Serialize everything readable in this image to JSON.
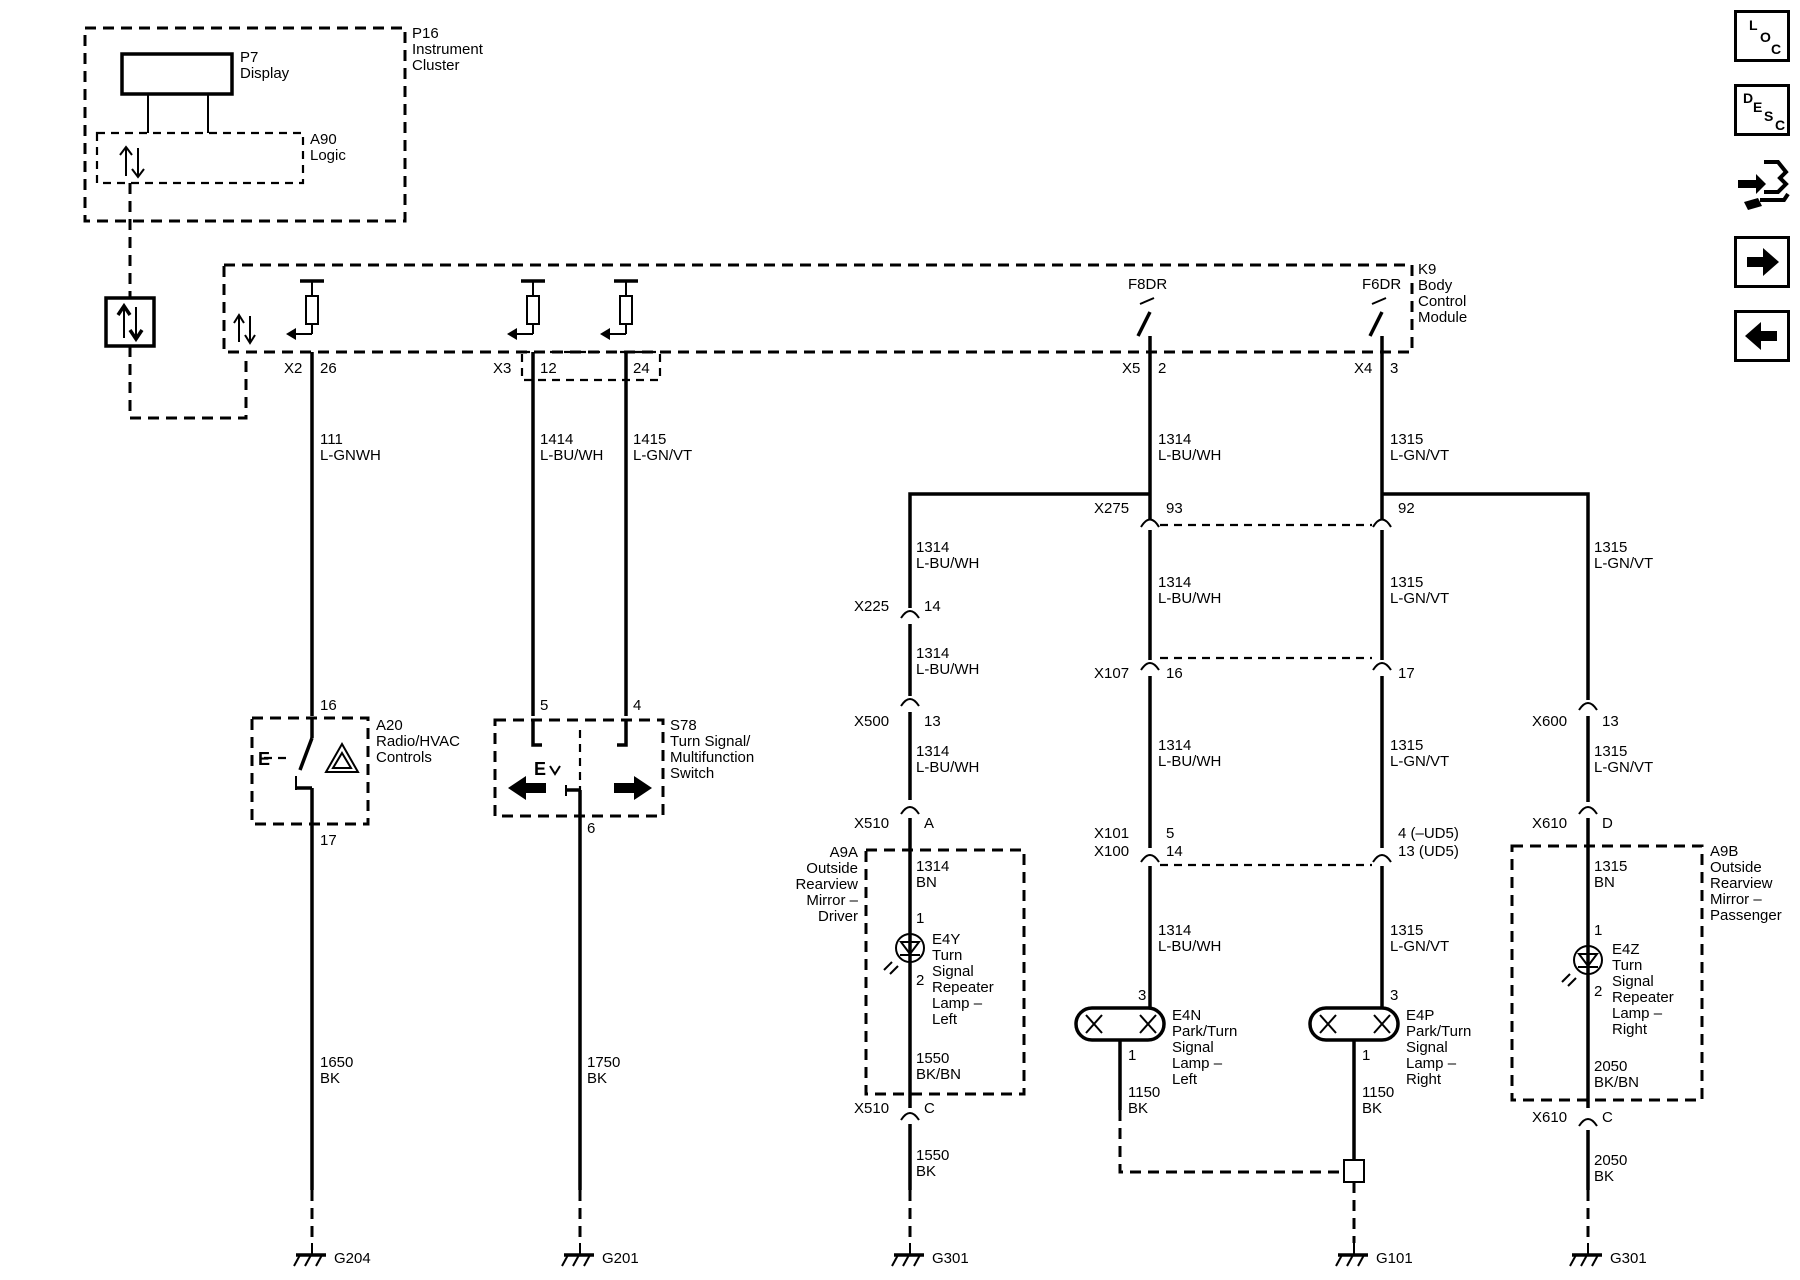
{
  "nav": {
    "loc": [
      "L",
      "O",
      "C"
    ],
    "desc": [
      "D",
      "E",
      "S",
      "C"
    ],
    "connector_icon": "connector-icon",
    "next_icon": "arrow-right-icon",
    "prev_icon": "arrow-left-icon"
  },
  "p16": {
    "id": "P16",
    "l1": "Instrument",
    "l2": "Cluster"
  },
  "p7": {
    "id": "P7",
    "l1": "Display"
  },
  "a90": {
    "id": "A90",
    "l1": "Logic"
  },
  "k9": {
    "id": "K9",
    "l1": "Body",
    "l2": "Control",
    "l3": "Module"
  },
  "pins": {
    "x2": "X2",
    "x2_pin": "26",
    "x3": "X3",
    "x3_pin1": "12",
    "x3_pin2": "24",
    "x5": "X5",
    "x5_pin": "2",
    "x5_driver": "F8DR",
    "x4": "X4",
    "x4_pin": "3",
    "x4_driver": "F6DR"
  },
  "wires": {
    "w111": [
      "111",
      "L-GNWH"
    ],
    "w1414": [
      "1414",
      "L-BU/WH"
    ],
    "w1415": [
      "1415",
      "L-GN/VT"
    ],
    "w1314": [
      "1314",
      "L-BU/WH"
    ],
    "w1315": [
      "1315",
      "L-GN/VT"
    ],
    "w1314_bn": [
      "1314",
      "BN"
    ],
    "w1315_bn": [
      "1315",
      "BN"
    ],
    "w1650": [
      "1650",
      "BK"
    ],
    "w1750": [
      "1750",
      "BK"
    ],
    "w1550": [
      "1550",
      "BK/BN"
    ],
    "w1550b": [
      "1550",
      "BK"
    ],
    "w1150": [
      "1150",
      "BK"
    ],
    "w2050": [
      "2050",
      "BK/BN"
    ],
    "w2050b": [
      "2050",
      "BK"
    ]
  },
  "connectors": {
    "x275": "X275",
    "x275_a": "93",
    "x275_b": "92",
    "x225": "X225",
    "x225_pin": "14",
    "x107": "X107",
    "x107_a": "16",
    "x107_b": "17",
    "x500": "X500",
    "x500_pin": "13",
    "x600": "X600",
    "x600_pin": "13",
    "x510": "X510",
    "x510_pin": "A",
    "x610": "X610",
    "x610_pin": "D",
    "x101": "X101",
    "x100": "X100",
    "x101_a": "5",
    "x100_a": "14",
    "x101_b": "4 (–UD5)",
    "x100_b": "13 (UD5)",
    "x510c": "X510",
    "x510c_pin": "C",
    "x610c": "X610",
    "x610c_pin": "C"
  },
  "a20": {
    "id": "A20",
    "l1": "Radio/HVAC",
    "l2": "Controls",
    "pin_top": "16",
    "pin_bot": "17"
  },
  "s78": {
    "id": "S78",
    "l1": "Turn Signal/",
    "l2": "Multifunction",
    "l3": "Switch",
    "pin_a": "5",
    "pin_b": "4",
    "pin_bot": "6"
  },
  "a9a": {
    "id": "A9A",
    "l1": "Outside",
    "l2": "Rearview",
    "l3": "Mirror –",
    "l4": "Driver"
  },
  "a9b": {
    "id": "A9B",
    "l1": "Outside",
    "l2": "Rearview",
    "l3": "Mirror –",
    "l4": "Passenger"
  },
  "e4y": {
    "id": "E4Y",
    "l1": "Turn",
    "l2": "Signal",
    "l3": "Repeater",
    "l4": "Lamp –",
    "l5": "Left",
    "pin1": "1",
    "pin2": "2"
  },
  "e4z": {
    "id": "E4Z",
    "l1": "Turn",
    "l2": "Signal",
    "l3": "Repeater",
    "l4": "Lamp –",
    "l5": "Right",
    "pin1": "1",
    "pin2": "2"
  },
  "e4n": {
    "id": "E4N",
    "l1": "Park/Turn",
    "l2": "Signal",
    "l3": "Lamp –",
    "l4": "Left",
    "pin3": "3",
    "pin1": "1"
  },
  "e4p": {
    "id": "E4P",
    "l1": "Park/Turn",
    "l2": "Signal",
    "l3": "Lamp –",
    "l4": "Right",
    "pin3": "3",
    "pin1": "1"
  },
  "grounds": {
    "g204": "G204",
    "g201": "G201",
    "g301a": "G301",
    "g101": "G101",
    "g301b": "G301"
  }
}
